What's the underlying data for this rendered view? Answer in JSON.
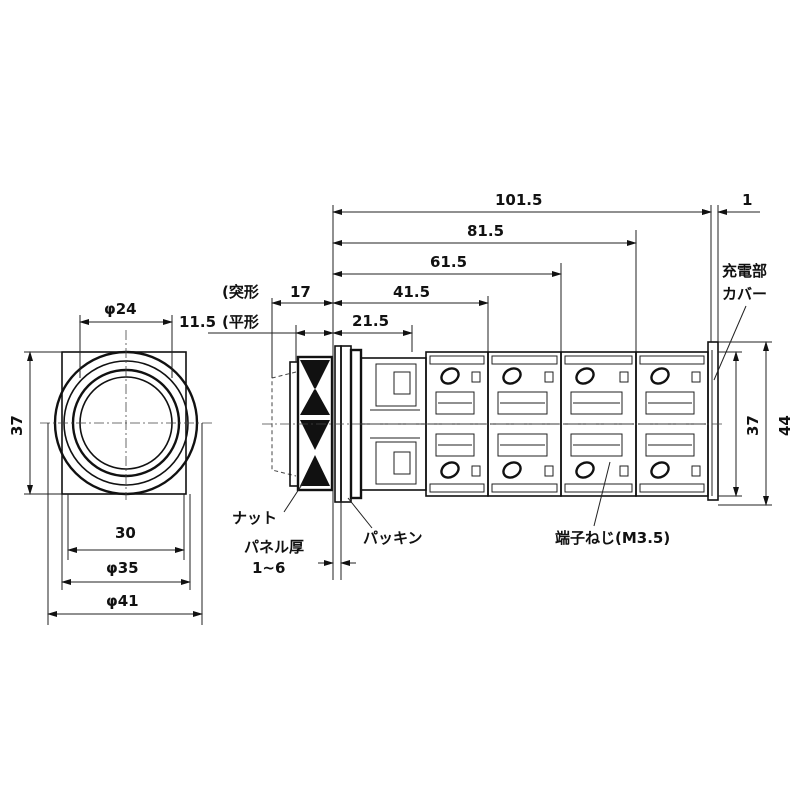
{
  "front_view": {
    "dims": {
      "d24": "φ24",
      "h37": "37",
      "w30": "30",
      "d35": "φ35",
      "d41": "φ41"
    }
  },
  "side_view": {
    "dims": {
      "l101_5": "101.5",
      "l1": "1",
      "l81_5": "81.5",
      "l61_5": "61.5",
      "l41_5": "41.5",
      "l21_5": "21.5",
      "l17": "17",
      "l11_5": "11.5",
      "h37": "37",
      "h44": "44"
    },
    "labels": {
      "protruding": "(突形",
      "flat": "(平形",
      "nut": "ナット",
      "panel_thickness_1": "パネル厚",
      "panel_thickness_2": "1~6",
      "packing": "パッキン",
      "terminal_screw": "端子ねじ(M3.5)",
      "charging_cover_1": "充電部",
      "charging_cover_2": "カバー"
    }
  }
}
